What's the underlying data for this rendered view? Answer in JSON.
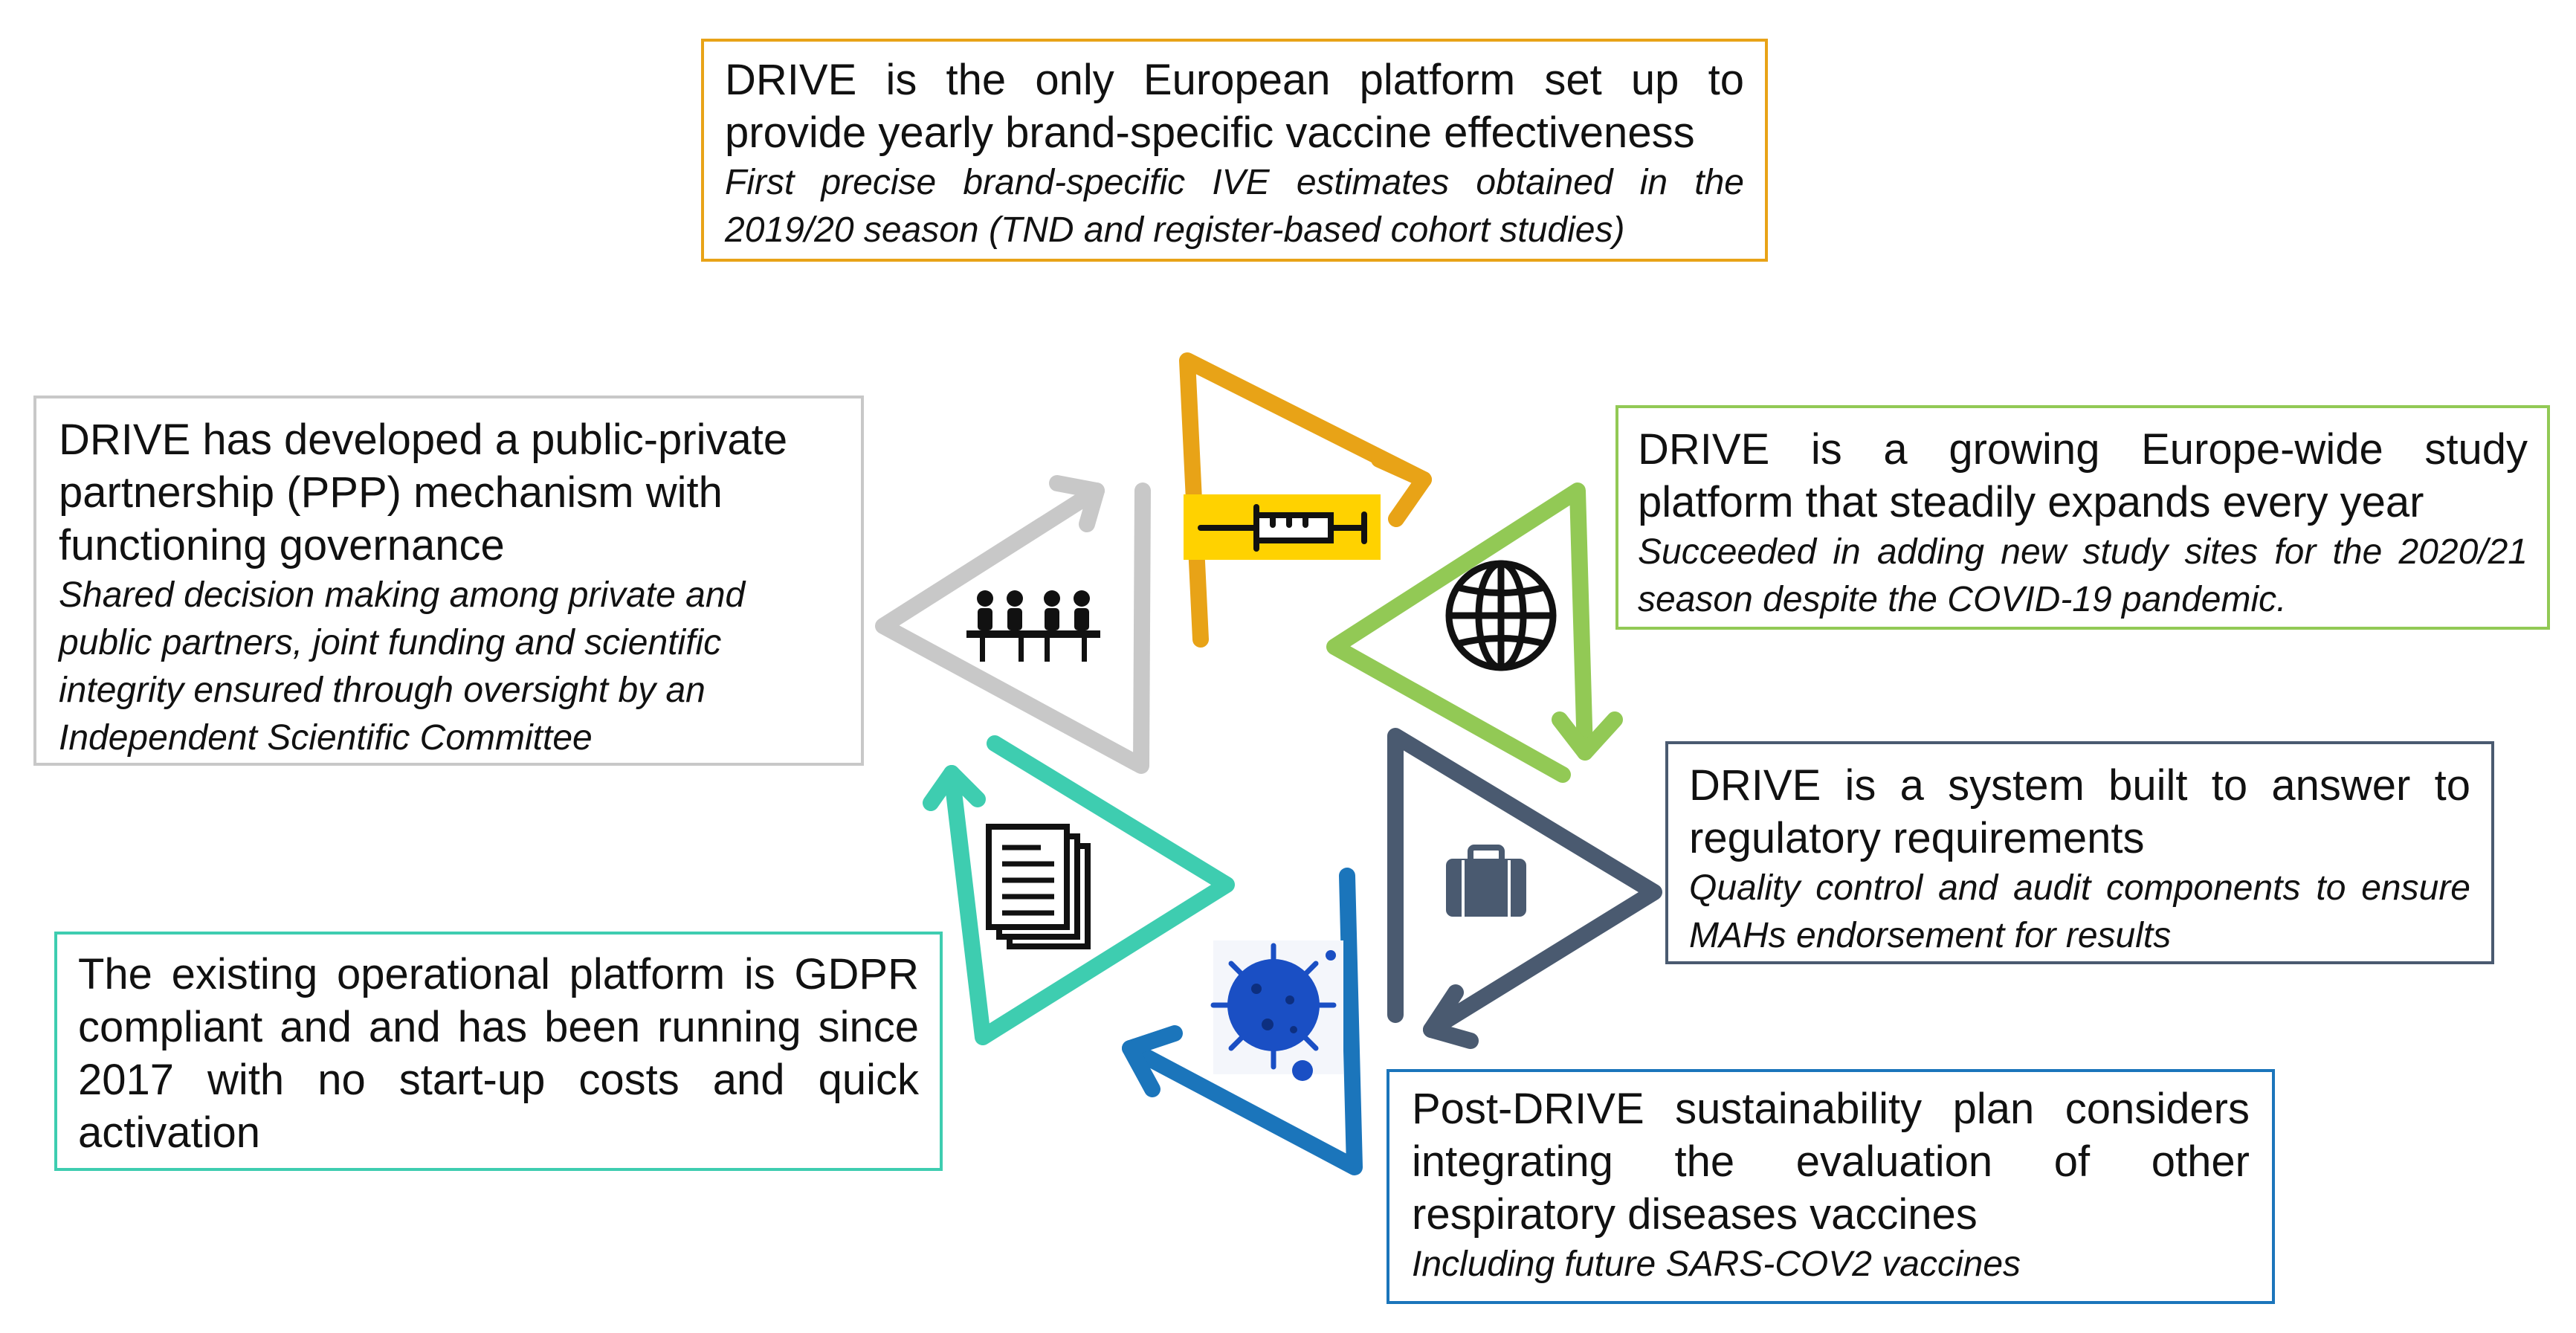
{
  "colors": {
    "top": "#E8A317",
    "right": "#92C955",
    "right_mid": "#4A5A70",
    "bottom_right": "#1B75BB",
    "bottom_left": "#3ECDB0",
    "left": "#C8C8C8",
    "syringe_highlight": "#FFD200",
    "virus": "#1A4FC4"
  },
  "icons": [
    "syringe-icon",
    "globe-icon",
    "briefcase-icon",
    "virus-icon",
    "documents-icon",
    "meeting-icon"
  ],
  "boxes": {
    "top": {
      "heading": "DRIVE is the only European platform set up to provide yearly brand-specific vaccine effectiveness",
      "detail": "First precise brand-specific IVE estimates obtained in the 2019/20 season (TND and register-based cohort studies)"
    },
    "right": {
      "heading": "DRIVE is a growing Europe-wide study platform that steadily expands every year",
      "detail": "Succeeded in adding new study sites for the 2020/21 season despite the COVID-19 pandemic."
    },
    "right_mid": {
      "heading": "DRIVE is a system built to answer to regulatory requirements",
      "detail": "Quality control and audit components to ensure MAHs endorsement for results"
    },
    "bottom_right": {
      "heading": "Post-DRIVE sustainability plan considers integrating the evaluation of other respiratory diseases vaccines",
      "detail": "Including future SARS-COV2 vaccines"
    },
    "bottom_left": {
      "heading": "The existing operational platform is GDPR compliant and and has been running since 2017 with no start-up costs and quick activation"
    },
    "left": {
      "heading": "DRIVE has developed a public-private partnership (PPP) mechanism with functioning governance",
      "detail": "Shared decision making among private and public partners, joint funding and scientific integrity ensured through oversight by an Independent Scientific Committee"
    }
  }
}
